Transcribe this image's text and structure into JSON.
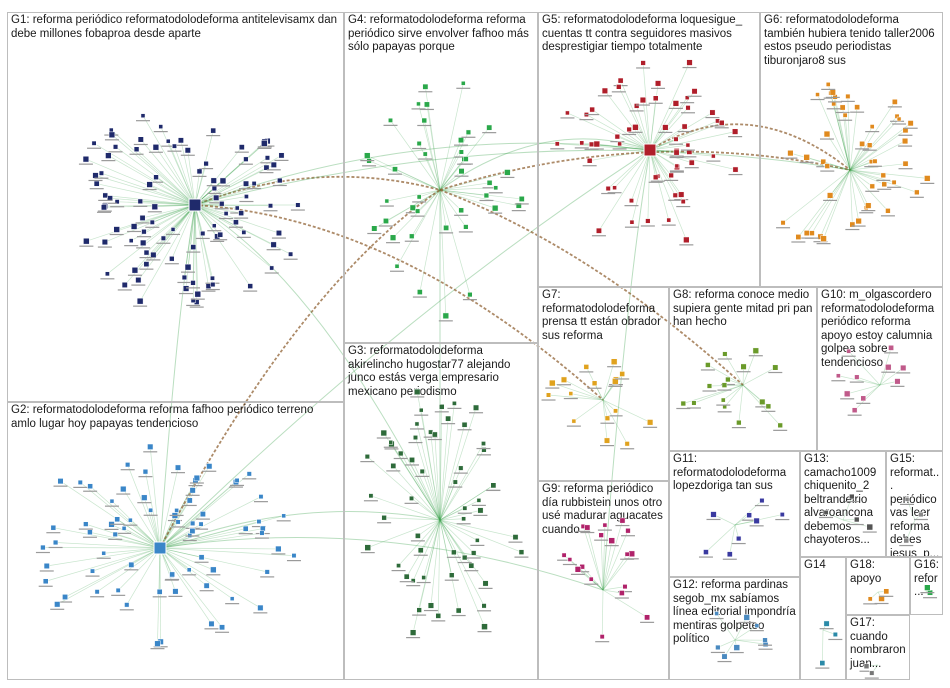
{
  "groups": [
    {
      "id": "G1",
      "title": "G1: reforma periódico reformatodolodeforma antitelevisamx dan debe millones fobaproa desde aparte",
      "color": "#1f2a6b",
      "hub_label": "eol_reforma"
    },
    {
      "id": "G2",
      "title": "G2: reformatodolodeforma reforma fafhoo periódico terreno amlo lugar hoy papayas tendencioso",
      "color": "#3a86c8",
      "hub_label": "fafhoo"
    },
    {
      "id": "G3",
      "title": "G3: reformatodolodeforma akirelincho hugostar77 alejando junco estás verga empresario mexicano periodismo",
      "color": "#2e6b3a",
      "hub_label": "hugostar77"
    },
    {
      "id": "G4",
      "title": "G4: reformatodolodeforma reforma periódico sirve envolver fafhoo más sólo papayas porque",
      "color": "#2aa84a",
      "hub_label": "reforma"
    },
    {
      "id": "G5",
      "title": "G5: reformatodolodeforma loquesigue_ cuentas tt contra seguidores masivos desprestigiar tiempo totalmente",
      "color": "#b01e2a",
      "hub_label": "loquesigue_"
    },
    {
      "id": "G6",
      "title": "G6: reformatodolodeforma también hubiera tenido taller2006 estos pseudo periodistas tiburonjaro8 sus",
      "color": "#e08a1e",
      "hub_label": "taller2006"
    },
    {
      "id": "G7",
      "title": "G7: reformatodolodeforma prensa tt están obrador sus reforma",
      "color": "#e0a21e",
      "hub_label": ""
    },
    {
      "id": "G8",
      "title": "G8: reforma conoce medio supiera gente mitad pri pan han hecho",
      "color": "#6a9a2a",
      "hub_label": ""
    },
    {
      "id": "G9",
      "title": "G9: reforma periódico día rubbistein unos otro usé madurar aguacates cuando",
      "color": "#b0226a",
      "hub_label": "rubbistein"
    },
    {
      "id": "G10",
      "title": "G10: m_olgascordero reformatodolodeforma periódico reforma apoyo estoy calumnia golpea sobre tendencioso",
      "color": "#c05a8a",
      "hub_label": ""
    },
    {
      "id": "G11",
      "title": "G11: reformatodolodeforma lopezdoriga tan sus",
      "color": "#3a3aa0",
      "hub_label": ""
    },
    {
      "id": "G12",
      "title": "G12: reforma pardinas segob_mx sabíamos línea editorial impondría mentiras golpeteo político",
      "color": "#4a8ac0",
      "hub_label": ""
    },
    {
      "id": "G13",
      "title": "G13: camacho1009 chiquenito_2 beltrandelrio alvaroancona debemos chayoteros...",
      "color": "#555555",
      "hub_label": ""
    },
    {
      "id": "G14",
      "title": "G14",
      "color": "#2a8aa8",
      "hub_label": ""
    },
    {
      "id": "G15",
      "title": "G15: reformat... periódico vas leer reforma debes jesus_p...",
      "color": "#888888",
      "hub_label": ""
    },
    {
      "id": "G16",
      "title": "G16: refor...",
      "color": "#2aa84a",
      "hub_label": ""
    },
    {
      "id": "G17",
      "title": "G17: cuando nombraron juan...",
      "color": "#777777",
      "hub_label": ""
    },
    {
      "id": "G18",
      "title": "G18: apoyo",
      "color": "#e08a1e",
      "hub_label": ""
    }
  ]
}
